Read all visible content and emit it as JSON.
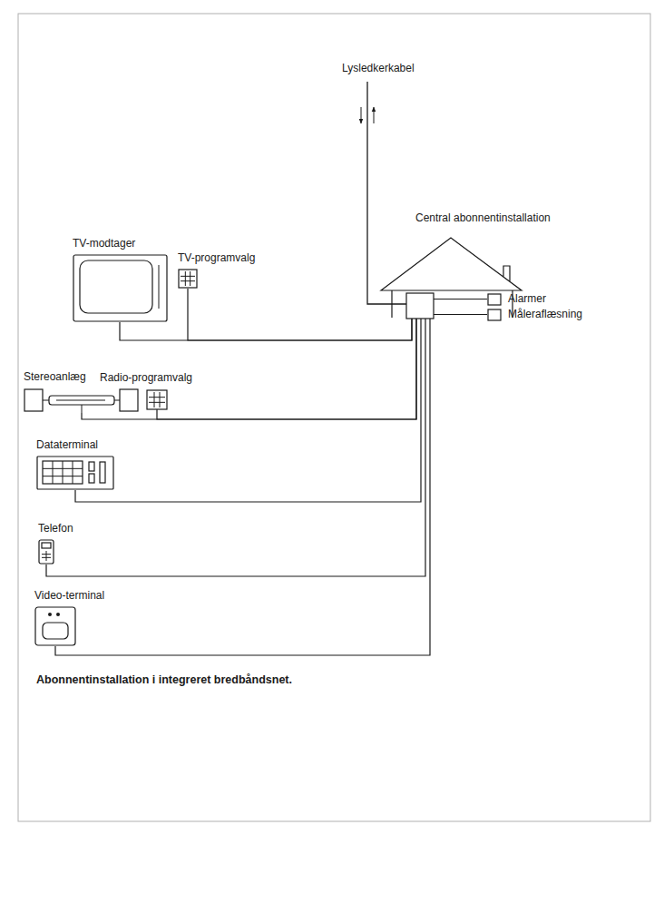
{
  "diagram": {
    "caption": "Abonnentinstallation i integreret bredbåndsnet.",
    "nodes": [
      {
        "text": [
          "TV-modtager"
        ]
      },
      {
        "text": [
          "TV-programvalg"
        ]
      },
      {
        "text": [
          "Stereoanlæg"
        ]
      },
      {
        "text": [
          "Radio-programvalg"
        ]
      },
      {
        "text": [
          "Dataterminal"
        ]
      },
      {
        "text": [
          "Telefon"
        ]
      },
      {
        "text": [
          "Video-terminal"
        ]
      },
      {
        "text": [
          "Central abonnentinstallation"
        ]
      },
      {
        "text": [
          "Alarmer"
        ]
      },
      {
        "text": [
          "Måleraflæsning"
        ]
      }
    ],
    "edges": [
      {
        "from": 0,
        "to": 7,
        "arrow": "none"
      },
      {
        "from": 1,
        "to": 7,
        "arrow": "none"
      },
      {
        "from": 2,
        "to": 7,
        "arrow": "none"
      },
      {
        "from": 3,
        "to": 7,
        "arrow": "none"
      },
      {
        "from": 4,
        "to": 7,
        "arrow": "none"
      },
      {
        "from": 5,
        "to": 7,
        "arrow": "none"
      },
      {
        "from": 6,
        "to": 7,
        "arrow": "none"
      },
      {
        "from": 7,
        "to": 8,
        "arrow": "none"
      },
      {
        "from": 7,
        "to": 9,
        "arrow": "none"
      }
    ],
    "labels": [
      "Lysledkerkabel"
    ]
  }
}
